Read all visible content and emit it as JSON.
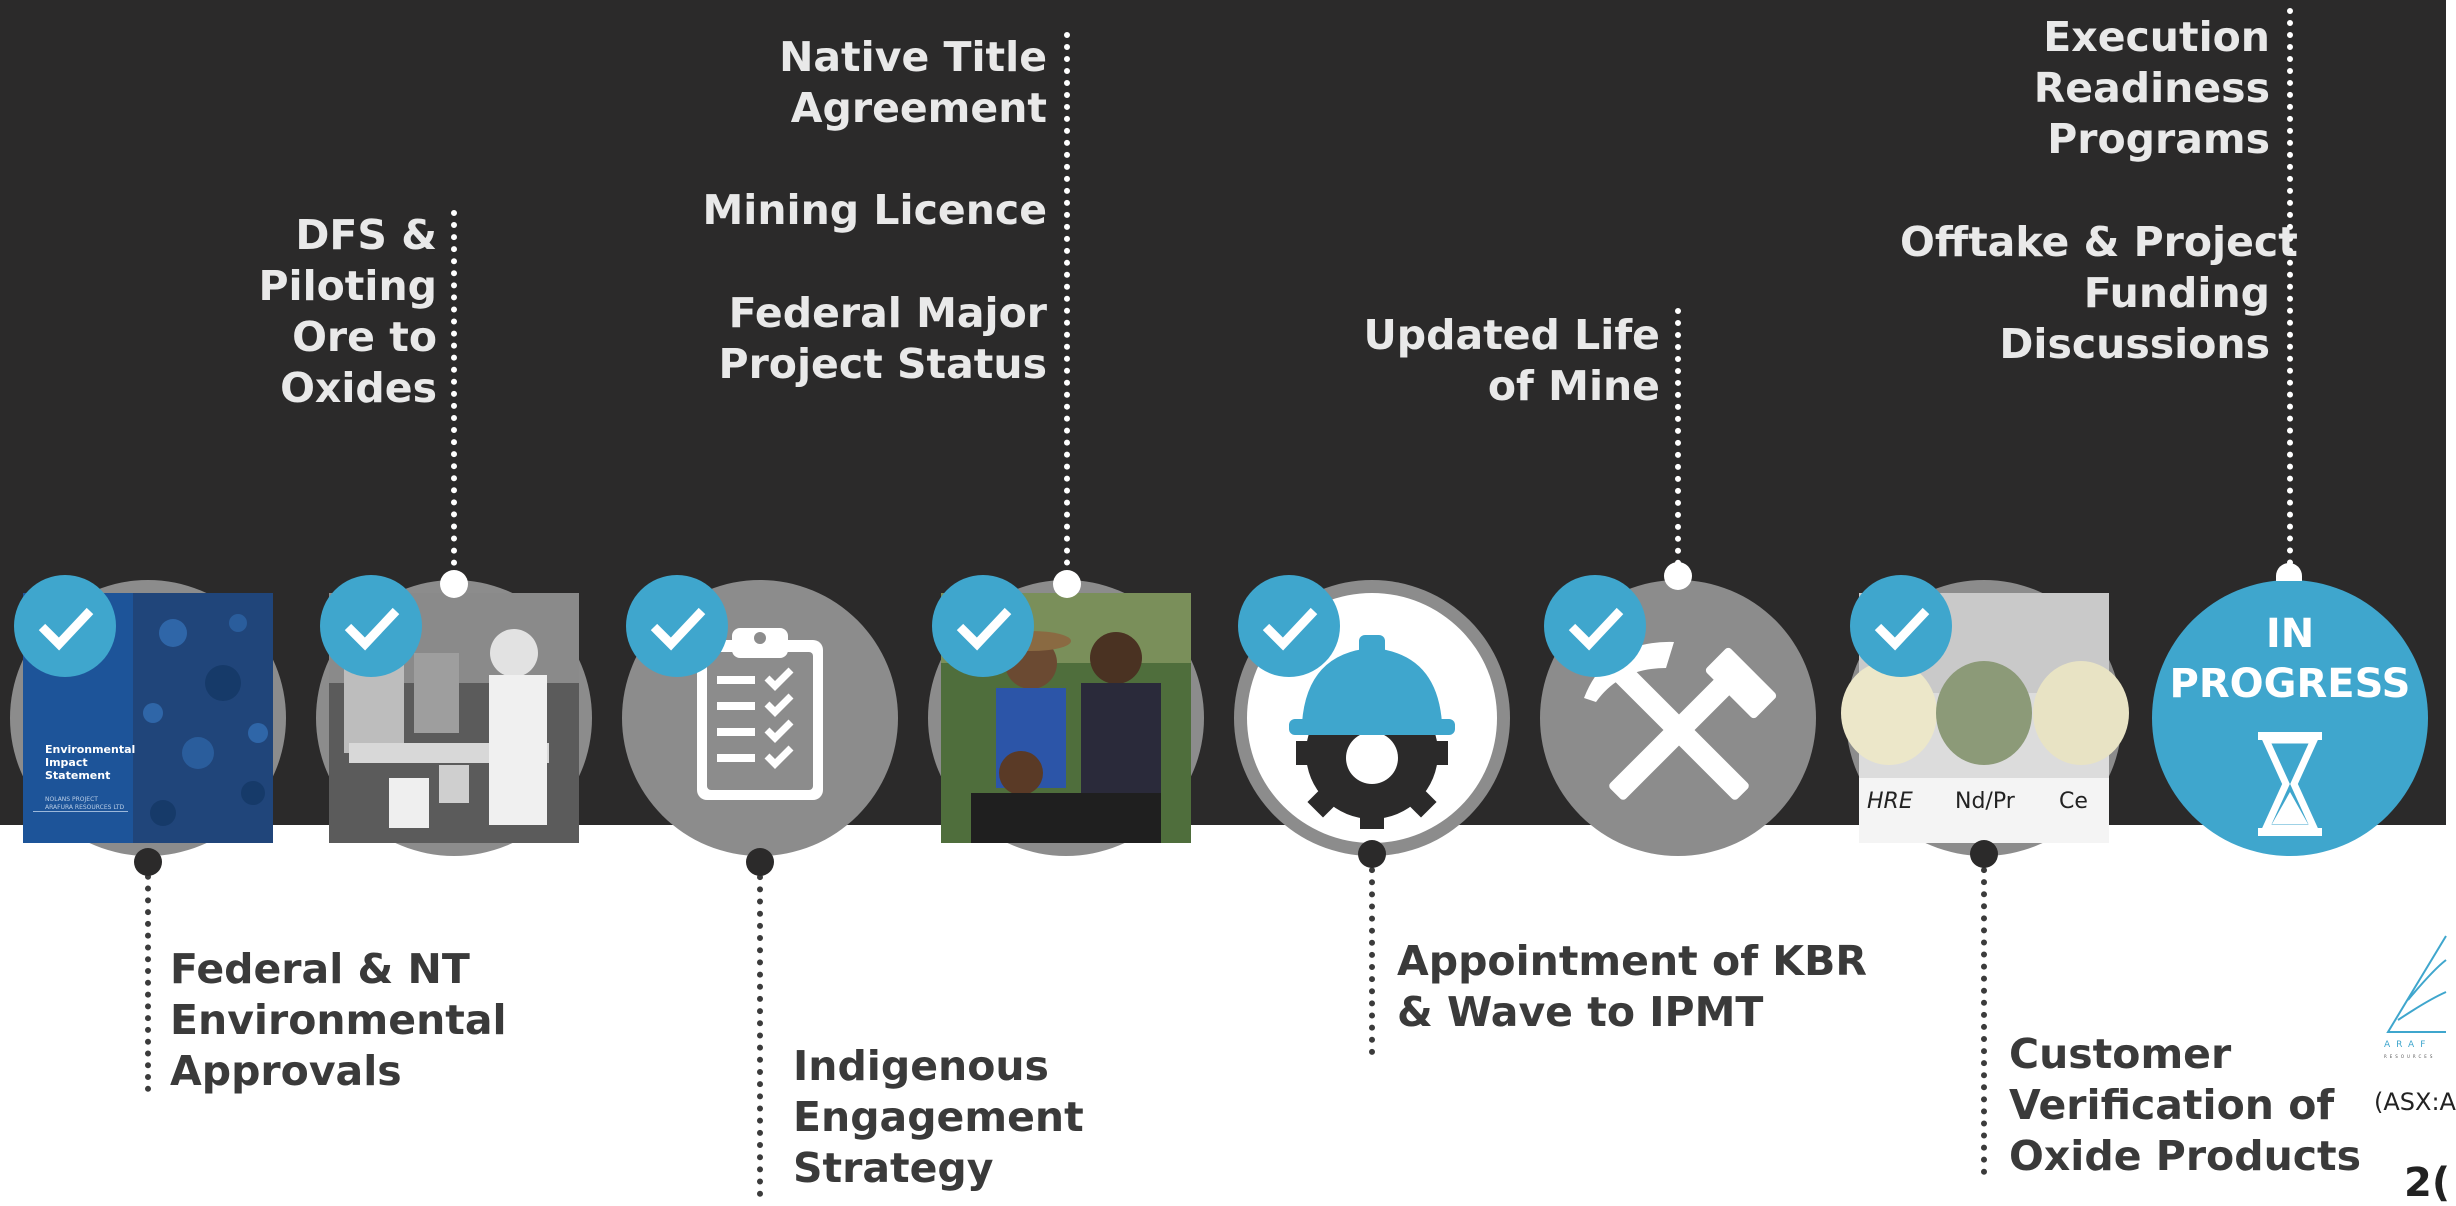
{
  "milestones": [
    {
      "bottom": [
        "Federal & NT",
        "Environmental",
        "Approvals"
      ],
      "image_caption": [
        "Environmental",
        "Impact",
        "Statement"
      ],
      "image_subcaption": [
        "NOLANS PROJECT",
        "ARAFURA RESOURCES LTD"
      ]
    },
    {
      "top": [
        "DFS &",
        "Piloting",
        "Ore to",
        "Oxides"
      ]
    },
    {
      "bottom": [
        "Indigenous",
        "Engagement",
        "Strategy"
      ],
      "icon": "clipboard-checklist-icon"
    },
    {
      "top": [
        "Native Title",
        "Agreement"
      ],
      "top2": [
        "Mining Licence"
      ],
      "top3": [
        "Federal Major",
        "Project Status"
      ]
    },
    {
      "bottom": [
        "Appointment of KBR",
        "& Wave to IPMT"
      ],
      "icon": "hardhat-gear-icon"
    },
    {
      "top": [
        "Updated Life",
        "of Mine"
      ],
      "icon": "hammer-pickaxe-icon"
    },
    {
      "bottom": [
        "Customer",
        "Verification of",
        "Oxide Products"
      ],
      "sample_labels": [
        "HRE",
        "Nd/Pr",
        "Ce"
      ]
    },
    {
      "top": [
        "Execution",
        "Readiness",
        "Programs"
      ],
      "top2": [
        "Offtake & Project",
        "Funding",
        "Discussions"
      ],
      "status": [
        "IN",
        "PROGRESS"
      ],
      "icon": "hourglass-icon"
    }
  ],
  "logo": {
    "text": "ARAF",
    "subtext": "RESOURCES",
    "ticker": "(ASX:A"
  },
  "page_number": "2(",
  "colors": {
    "dark_background": "#2b2a2a",
    "accent_blue": "#3fa6cd",
    "circle_gray": "#8c8c8c",
    "label_light": "#e9e9e9",
    "label_dark": "#3a3a3a"
  }
}
